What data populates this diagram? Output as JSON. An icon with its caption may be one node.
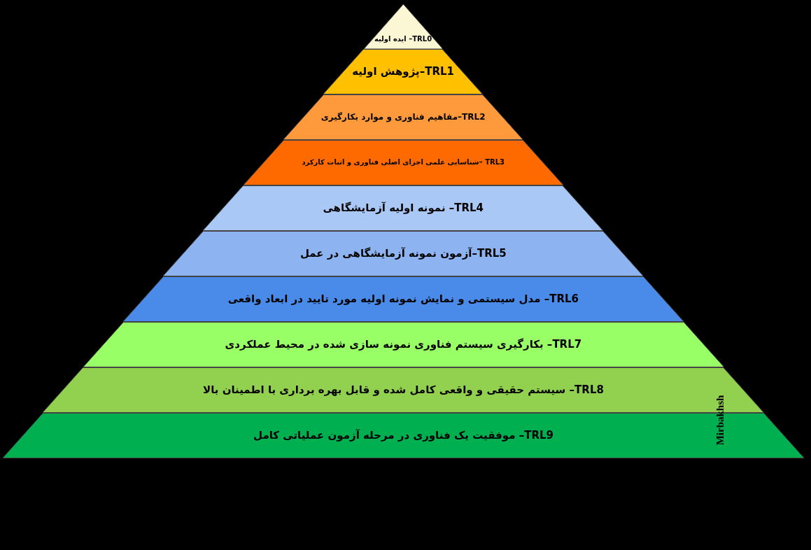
{
  "diagram": {
    "nodes": [
      {
        "text": [
          "TRL0– ایده اولیه"
        ]
      },
      {
        "text": [
          "TRL1–پژوهش اولیه"
        ]
      },
      {
        "text": [
          "TRL2–مفاهیم فناوری و موارد بکارگیری"
        ]
      },
      {
        "text": [
          "TRL3 –شناسایی علمی اجزای اصلی فناوری و اثبات کارکرد"
        ]
      },
      {
        "text": [
          "TRL4– نمونه اولیه آزمایشگاهی"
        ]
      },
      {
        "text": [
          "TRL5–آزمون نمونه آزمایشگاهی در عمل"
        ]
      },
      {
        "text": [
          "TRL6– مدل سیستمی و نمایش نمونه اولیه مورد تایید در ابعاد واقعی"
        ]
      },
      {
        "text": [
          "TRL7– بکارگیری سیستم فناوری نمونه سازی شده در محیط عملکردی"
        ]
      },
      {
        "text": [
          "TRL8– سیستم حقیقی و واقعی کامل شده و قابل بهره برداری با اطمینان بالا"
        ]
      },
      {
        "text": [
          "TRL9– موفقیت یک فناوری در مرحله آزمون عملیاتی کامل"
        ]
      }
    ],
    "labels": [
      "Mirbakhsh"
    ]
  }
}
